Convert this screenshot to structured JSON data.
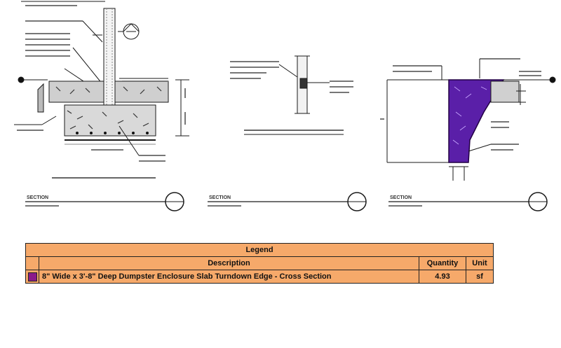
{
  "colors": {
    "legend_bg": "#f6a96a",
    "highlight_fill": "#5a1fa8",
    "swatch": "#8a1a8a",
    "line": "#1a1a1a"
  },
  "sections": [
    {
      "label": "SECTION"
    },
    {
      "label": "SECTION"
    },
    {
      "label": "SECTION"
    }
  ],
  "legend": {
    "title": "Legend",
    "headers": {
      "description": "Description",
      "quantity": "Quantity",
      "unit": "Unit"
    },
    "rows": [
      {
        "swatch_color": "#8a1a8a",
        "description": "8\" Wide x 3'-8\" Deep Dumpster Enclosure Slab Turndown Edge - Cross Section",
        "quantity": "4.93",
        "unit": "sf"
      }
    ]
  }
}
